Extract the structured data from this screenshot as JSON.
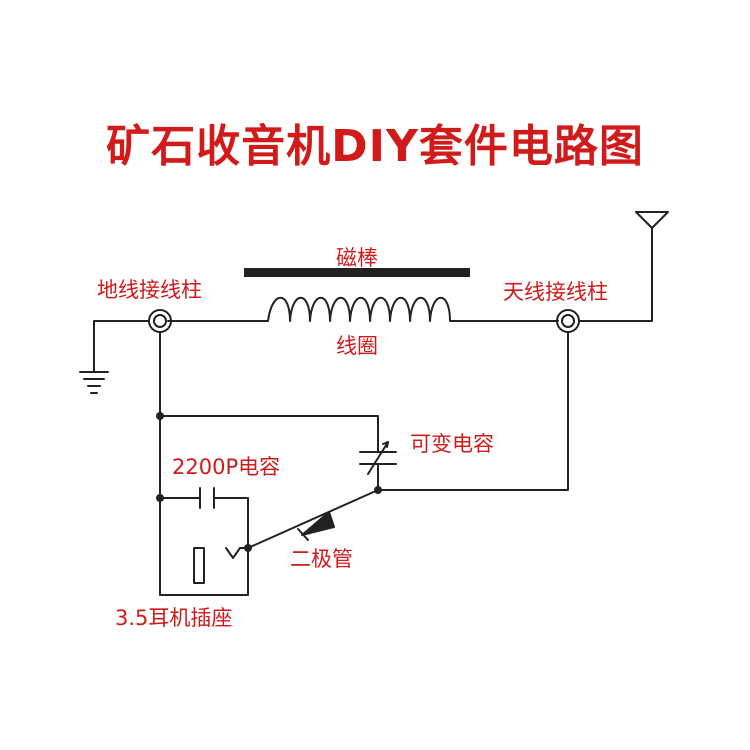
{
  "title": "矿石收音机DIY套件电路图",
  "labels": {
    "magnetic_rod": "磁棒",
    "ground_post": "地线接线柱",
    "antenna_post": "天线接线柱",
    "coil": "线圈",
    "variable_capacitor": "可变电容",
    "capacitor_2200p": "2200P电容",
    "diode": "二极管",
    "earphone_jack": "3.5耳机插座"
  },
  "colors": {
    "text": "#d11a1a",
    "wire": "#222222"
  }
}
